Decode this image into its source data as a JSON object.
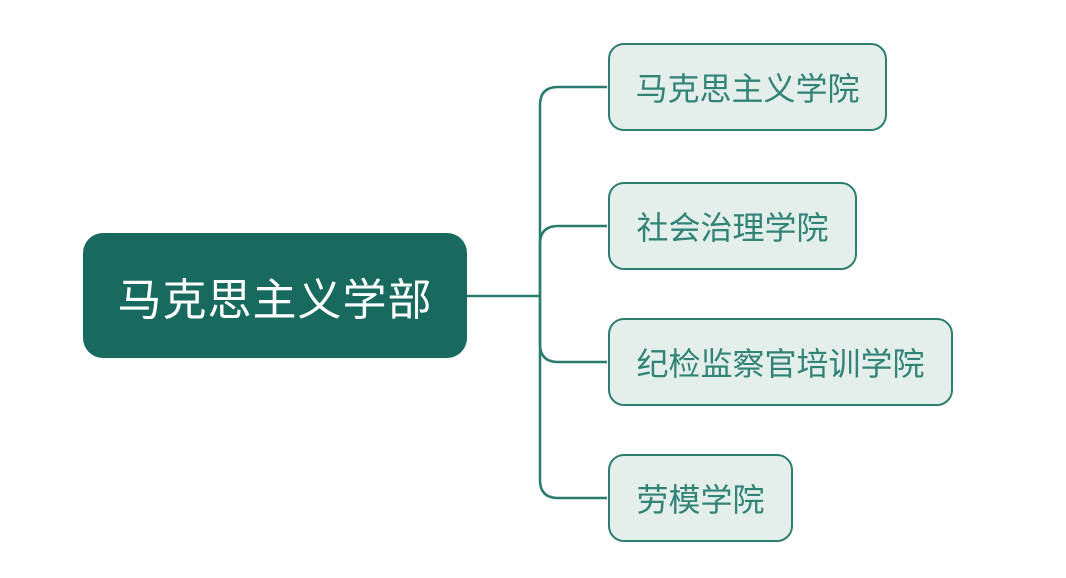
{
  "mindmap": {
    "root": {
      "label": "马克思主义学部"
    },
    "children": [
      {
        "label": "马克思主义学院"
      },
      {
        "label": "社会治理学院"
      },
      {
        "label": "纪检监察官培训学院"
      },
      {
        "label": "劳模学院"
      }
    ],
    "colors": {
      "root_fill": "#18695E",
      "root_text": "#FFFFFF",
      "branch_fill": "#E4EFEC",
      "branch_border": "#2E7D71",
      "branch_text": "#318376",
      "connector": "#2A7A6E",
      "background": "#FFFFFF"
    }
  }
}
